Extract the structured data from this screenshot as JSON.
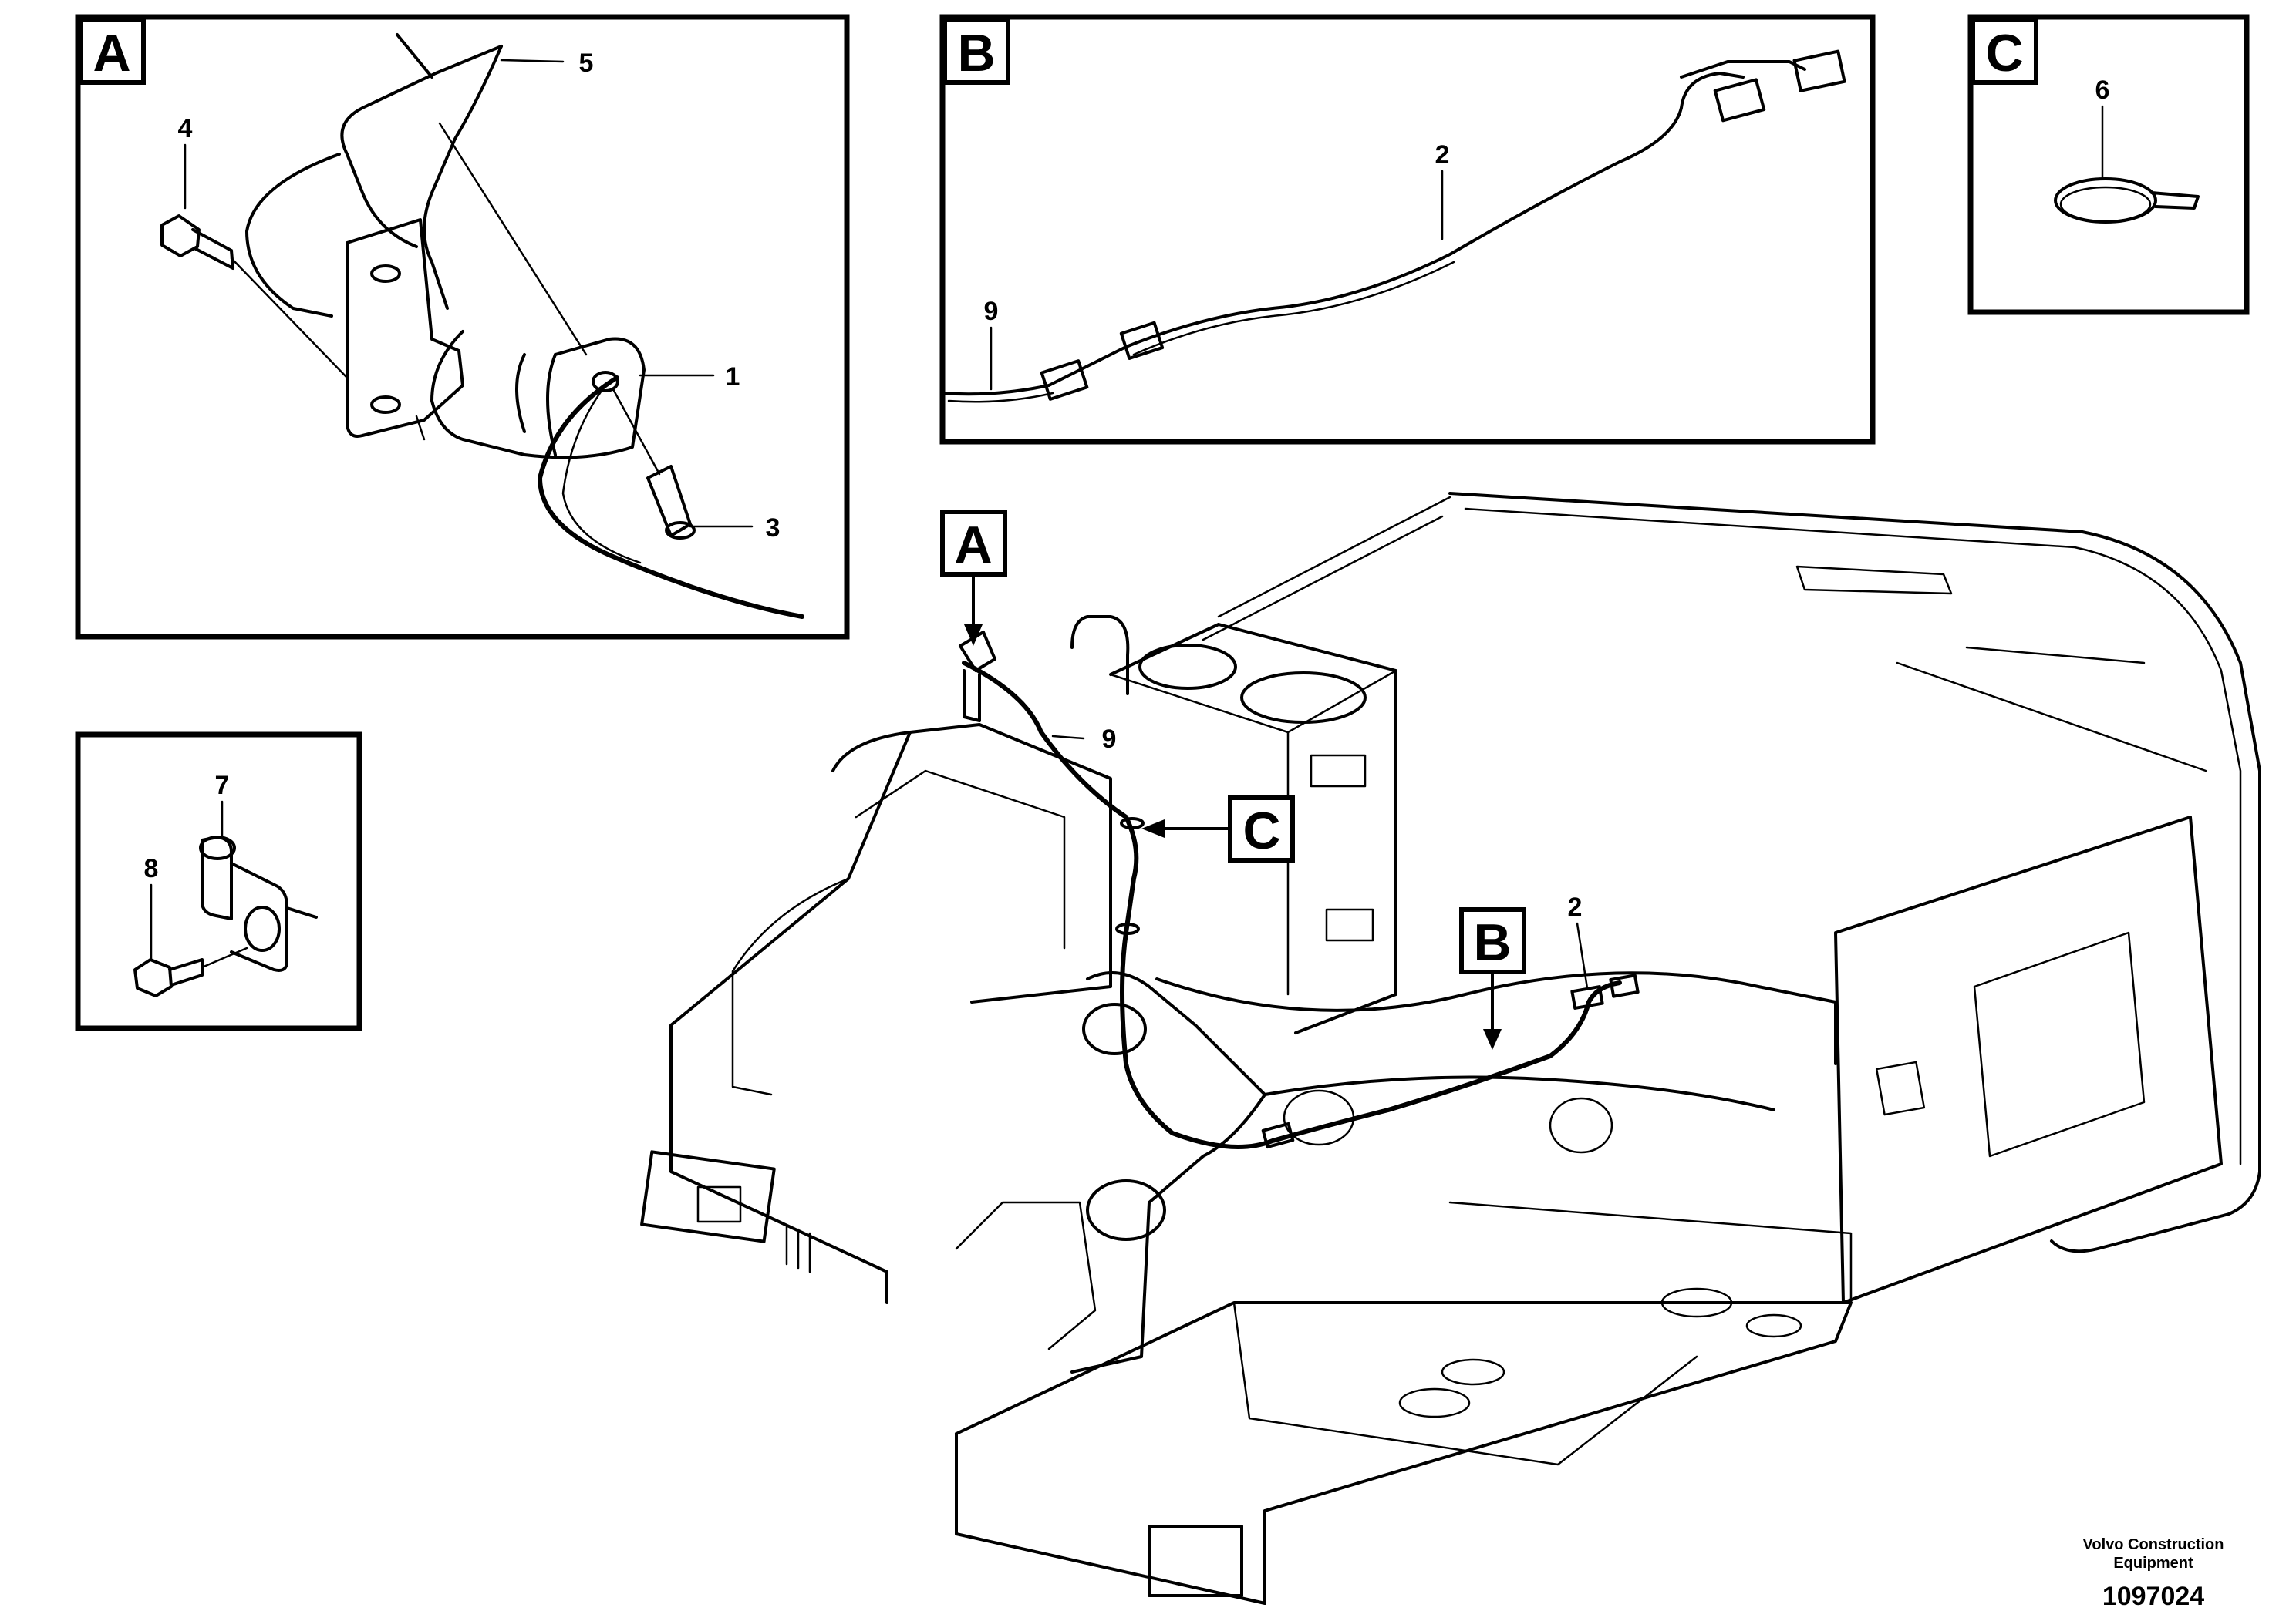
{
  "detail_tags": {
    "a": "A",
    "b": "B",
    "c": "C"
  },
  "part_numbers": {
    "p1": "1",
    "p2": "2",
    "p3": "3",
    "p4": "4",
    "p5": "5",
    "p6": "6",
    "p7": "7",
    "p8": "8",
    "p9": "9"
  },
  "footer": {
    "company_line1": "Volvo Construction",
    "company_line2": "Equipment",
    "drawing_number": "1097024"
  }
}
